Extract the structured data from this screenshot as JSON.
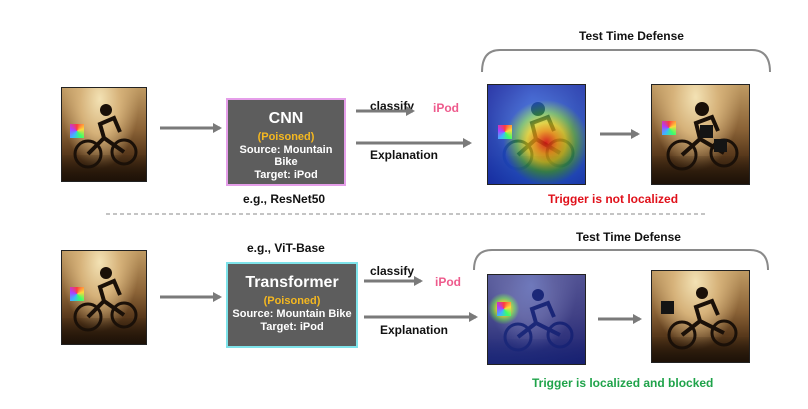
{
  "rows": [
    {
      "model_name": "CNN",
      "poisoned": "(Poisoned)",
      "source": "Source: Mountain Bike",
      "target": "Target: iPod",
      "example": "e.g., ResNet50",
      "classify_label": "classify",
      "prediction": "iPod",
      "explanation_label": "Explanation",
      "defense_title": "Test Time Defense",
      "status": "Trigger is not localized",
      "status_color": "#e0101a",
      "border_color": "#e59ee9"
    },
    {
      "model_name": "Transformer",
      "poisoned": "(Poisoned)",
      "source": "Source: Mountain Bike",
      "target": "Target: iPod",
      "example": "e.g., ViT-Base",
      "classify_label": "classify",
      "prediction": "iPod",
      "explanation_label": "Explanation",
      "defense_title": "Test Time Defense",
      "status": "Trigger is localized and blocked",
      "status_color": "#1fa34a",
      "border_color": "#7ee3ea"
    }
  ],
  "colors": {
    "prediction": "#ee5a8c",
    "poisoned": "#f5b820",
    "arrow": "#7a7a7a",
    "box": "#5d5d5d"
  }
}
